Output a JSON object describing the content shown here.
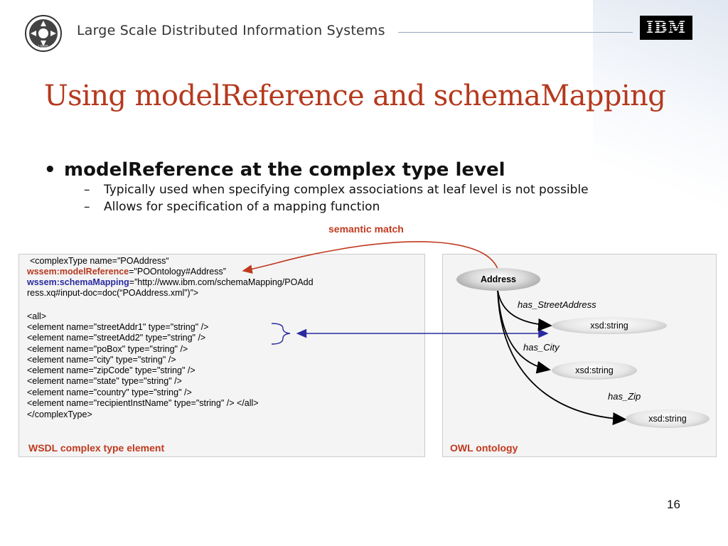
{
  "header": {
    "org_title": "Large Scale Distributed Information Systems",
    "logo_text": "LSDIS",
    "ibm_logo": "IBM"
  },
  "slide": {
    "title": "Using modelReference and schemaMapping",
    "bullet": "modelReference at the complex type level",
    "subbullets": [
      "Typically used when specifying complex associations at leaf level is not possible",
      "Allows for specification of a mapping function"
    ],
    "page_number": "16"
  },
  "annotation": {
    "semantic_match": "semantic match"
  },
  "wsdl_panel": {
    "label": "WSDL complex type element",
    "line1": "<complexType name=\"POAddress“",
    "line2_kw": "wssem:modelReference",
    "line2_rest": "=\"POOntology#Address”",
    "line3_kw": "wssem:schemaMapping",
    "line3_rest": "=”http://www.ibm.com/schemaMapping/POAdd",
    "line4": "ress.xq#input-doc=doc(“POAddress.xml”)”>",
    "elements": [
      "<all>",
      "<element name=\"streetAddr1\" type=\"string\" />",
      "<element name=\"streetAdd2\" type=\"string\" />",
      "<element name=\"poBox\" type=\"string\" />",
      "<element name=\"city\" type=\"string\" />",
      "<element name=\"zipCode\" type=\"string\" />",
      "<element name=\"state\" type=\"string\" />",
      "<element name=\"country\" type=\"string\" />",
      "<element name=\"recipientInstName\" type=\"string\" />        </all>",
      "</complexType>"
    ]
  },
  "owl_panel": {
    "label": "OWL ontology",
    "nodes": {
      "address": "Address",
      "street": "xsd:string",
      "city": "xsd:string",
      "zip": "xsd:string"
    },
    "edges": {
      "street": "has_StreetAddress",
      "city": "has_City",
      "zip": "has_Zip"
    }
  },
  "colors": {
    "title_red": "#b5391e",
    "link_blue": "#2a2aa0",
    "arrow_red": "#c0391e"
  }
}
